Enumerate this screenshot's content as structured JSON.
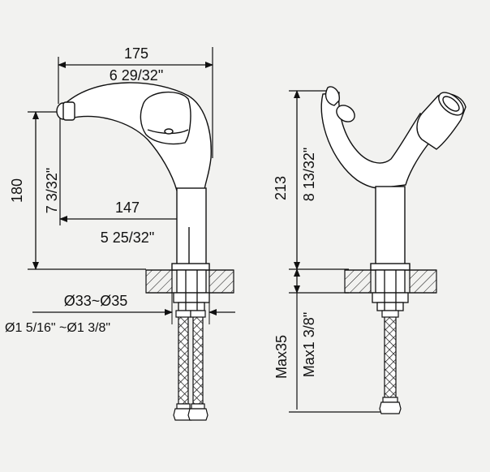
{
  "left_view": {
    "width_mm": "175",
    "width_in": "6 29/32\"",
    "height_mm": "180",
    "height_in": "7 3/32\"",
    "reach_mm": "147",
    "reach_in": "5 25/32\"",
    "hole_mm": "Ø33~Ø35",
    "hole_in": "Ø1 5/16\" ~Ø1 3/8\""
  },
  "right_view": {
    "height_mm": "213",
    "height_in": "8 13/32\"",
    "deck_mm": "Max35",
    "deck_in": "Max1 3/8\""
  },
  "colors": {
    "line": "#111111",
    "background": "#f2f2f0"
  }
}
